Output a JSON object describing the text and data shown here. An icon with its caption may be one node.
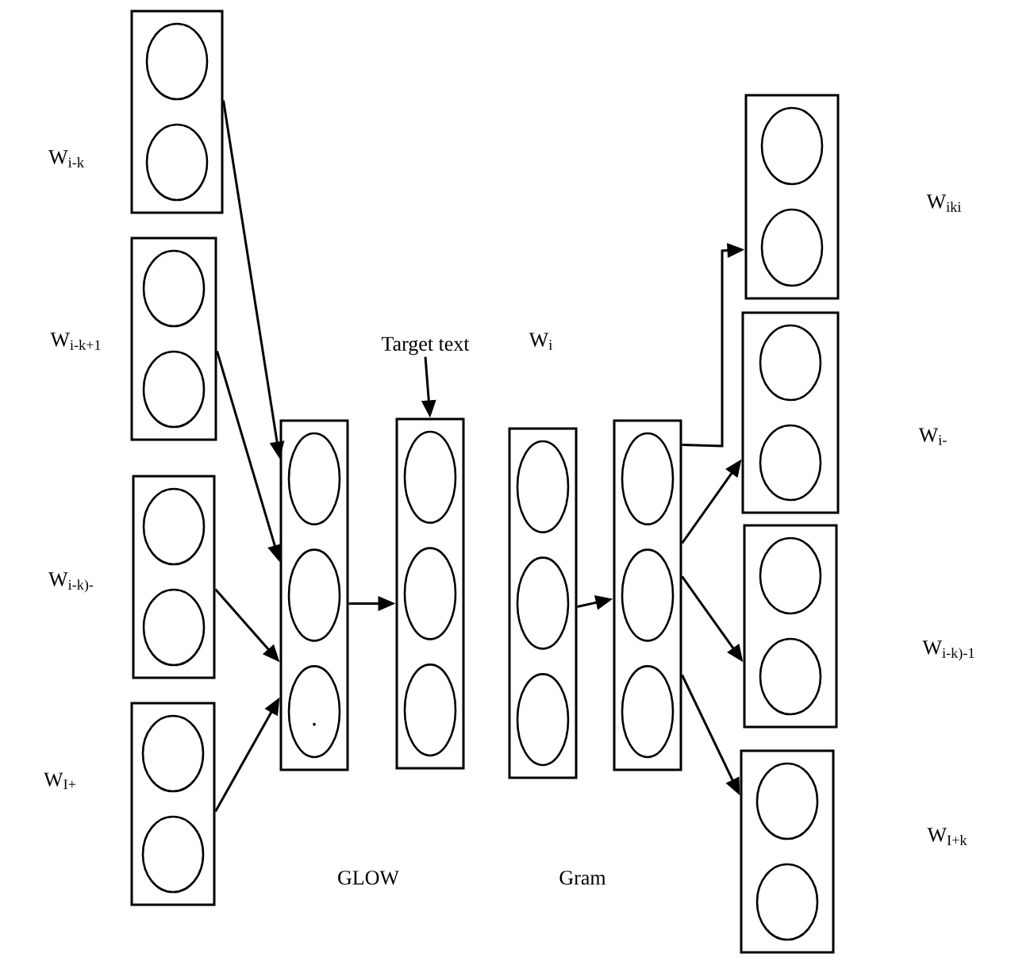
{
  "diagram": {
    "nodes": [
      {
        "text": [],
        "shape": "box",
        "beside": [
          "W$_{i-k}$"
        ]
      },
      {
        "text": [],
        "shape": "box",
        "beside": [
          "W$_{i-k+1}$"
        ]
      },
      {
        "text": [],
        "shape": "box",
        "beside": [
          "W$_{i-k)-}$"
        ]
      },
      {
        "text": [],
        "shape": "box",
        "beside": [
          "W$_{I+}$"
        ]
      },
      {
        "text": [],
        "shape": "box"
      },
      {
        "text": [
          "Target text"
        ]
      },
      {
        "text": [],
        "shape": "box"
      },
      {
        "text": [],
        "shape": "box"
      },
      {
        "text": [],
        "shape": "box"
      },
      {
        "text": [],
        "shape": "box"
      },
      {
        "text": [],
        "shape": "box"
      },
      {
        "text": [],
        "shape": "box"
      },
      {
        "text": [],
        "shape": "box"
      }
    ],
    "edges": [
      {
        "from": 0,
        "to": 4,
        "arrow": "to"
      },
      {
        "from": 1,
        "to": 4,
        "arrow": "to"
      },
      {
        "from": 2,
        "to": 4,
        "arrow": "to"
      },
      {
        "from": 3,
        "to": 4,
        "arrow": "to"
      },
      {
        "from": 4,
        "to": 6,
        "arrow": "to"
      },
      {
        "from": 5,
        "to": 6,
        "arrow": "to"
      },
      {
        "from": 7,
        "to": 8,
        "arrow": "to"
      },
      {
        "from": 8,
        "to": 9,
        "arrow": "to"
      },
      {
        "from": 8,
        "to": 10,
        "arrow": "to"
      },
      {
        "from": 8,
        "to": 11,
        "arrow": "to"
      },
      {
        "from": 8,
        "to": 12,
        "arrow": "to"
      }
    ],
    "labels": [
      "W$_{iki}$",
      "W$_{i}$",
      "W$_{i-}$",
      "W$_{i-k)-1}$",
      "W$_{I+k}$",
      "GLOW",
      "Gram"
    ]
  }
}
